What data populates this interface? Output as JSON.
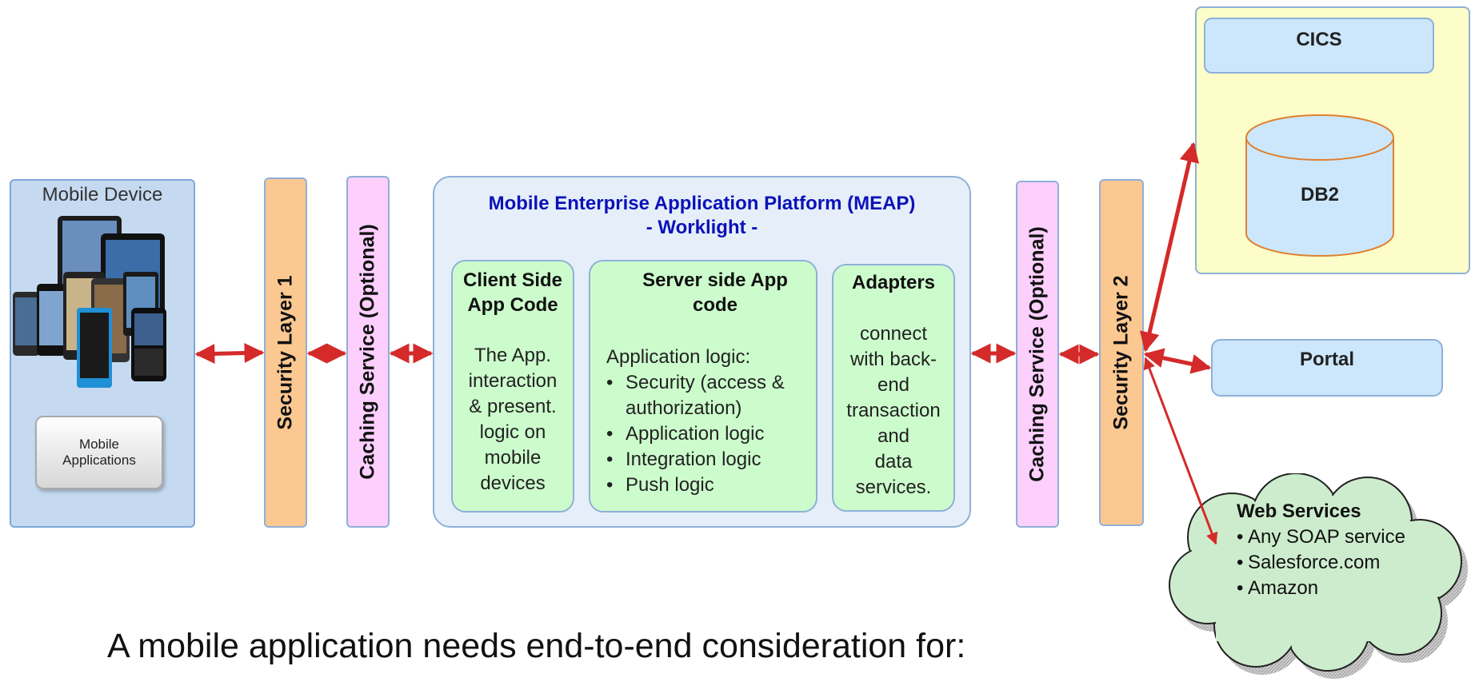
{
  "mobile": {
    "title": "Mobile Device",
    "apps_label": "Mobile\nApplications"
  },
  "layers": {
    "security1": "Security Layer 1",
    "caching_left": "Caching Service (Optional)",
    "caching_right": "Caching Service (Optional)",
    "security2": "Security Layer 2"
  },
  "meap": {
    "title_line1": "Mobile Enterprise Application Platform (MEAP)",
    "title_line2": "- Worklight -",
    "client": {
      "head_line1": "Client Side",
      "head_line2": "App Code",
      "body": [
        "The App.",
        "interaction",
        "& present.",
        "logic on",
        "mobile",
        "devices"
      ]
    },
    "server": {
      "head_line1": "Server side App",
      "head_line2": "code",
      "intro": "Application logic:",
      "bullets": [
        "Security (access &",
        "authorization)",
        "Application logic",
        "Integration logic",
        "Push logic"
      ]
    },
    "adapters": {
      "head": "Adapters",
      "body": [
        "connect",
        "with back-",
        "end",
        "transaction",
        "and",
        "data",
        "services."
      ]
    }
  },
  "backend": {
    "cics": "CICS",
    "db2": "DB2",
    "portal": "Portal",
    "web_services": {
      "title": "Web Services",
      "items": [
        "Any SOAP service",
        "Salesforce.com",
        "Amazon"
      ]
    }
  },
  "footer": "A mobile application needs end-to-end consideration for:",
  "colors": {
    "arrow": "#d42a2a",
    "meap_title": "#0b12b8",
    "security": "#fcc891",
    "caching": "#fccffd",
    "code_box": "#ccfccc",
    "cloud": "#cdeccd"
  }
}
